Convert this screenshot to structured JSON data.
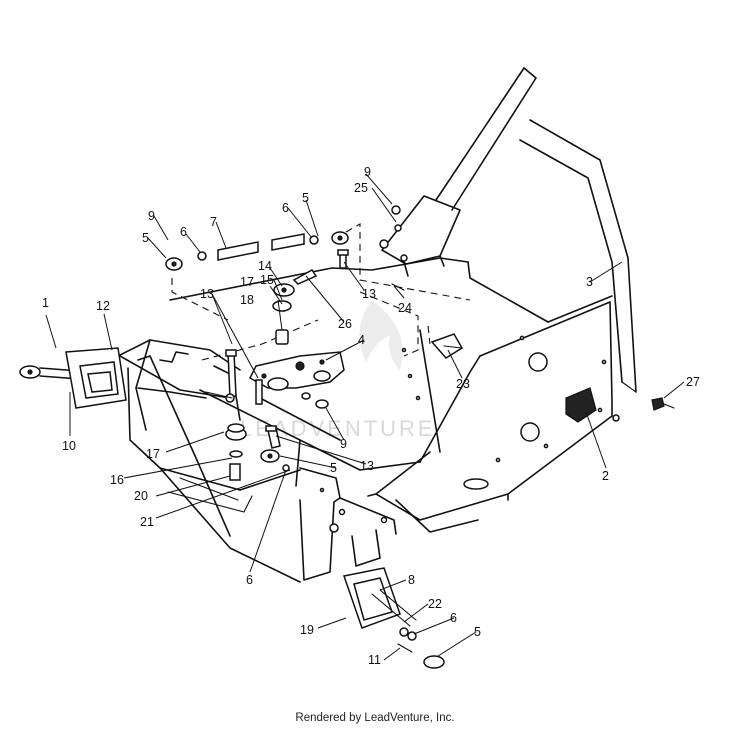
{
  "watermark": "LEADVENTURE",
  "footer": "Rendered by LeadVenture, Inc.",
  "callouts": [
    {
      "id": "c1",
      "text": "1"
    },
    {
      "id": "c2",
      "text": "2"
    },
    {
      "id": "c3",
      "text": "3"
    },
    {
      "id": "c4",
      "text": "4"
    },
    {
      "id": "c5a",
      "text": "5"
    },
    {
      "id": "c5b",
      "text": "5"
    },
    {
      "id": "c5c",
      "text": "5"
    },
    {
      "id": "c5d",
      "text": "5"
    },
    {
      "id": "c6a",
      "text": "6"
    },
    {
      "id": "c6b",
      "text": "6"
    },
    {
      "id": "c6c",
      "text": "6"
    },
    {
      "id": "c6d",
      "text": "6"
    },
    {
      "id": "c7",
      "text": "7"
    },
    {
      "id": "c8",
      "text": "8"
    },
    {
      "id": "c9a",
      "text": "9"
    },
    {
      "id": "c9b",
      "text": "9"
    },
    {
      "id": "c9c",
      "text": "9"
    },
    {
      "id": "c10",
      "text": "10"
    },
    {
      "id": "c11",
      "text": "11"
    },
    {
      "id": "c12",
      "text": "12"
    },
    {
      "id": "c13a",
      "text": "13"
    },
    {
      "id": "c13b",
      "text": "13"
    },
    {
      "id": "c13c",
      "text": "13"
    },
    {
      "id": "c14",
      "text": "14"
    },
    {
      "id": "c15",
      "text": "15"
    },
    {
      "id": "c16",
      "text": "16"
    },
    {
      "id": "c17a",
      "text": "17"
    },
    {
      "id": "c17b",
      "text": "17"
    },
    {
      "id": "c18",
      "text": "18"
    },
    {
      "id": "c19",
      "text": "19"
    },
    {
      "id": "c20",
      "text": "20"
    },
    {
      "id": "c21",
      "text": "21"
    },
    {
      "id": "c22",
      "text": "22"
    },
    {
      "id": "c23",
      "text": "23"
    },
    {
      "id": "c24",
      "text": "24"
    },
    {
      "id": "c25",
      "text": "25"
    },
    {
      "id": "c26",
      "text": "26"
    },
    {
      "id": "c27",
      "text": "27"
    }
  ]
}
